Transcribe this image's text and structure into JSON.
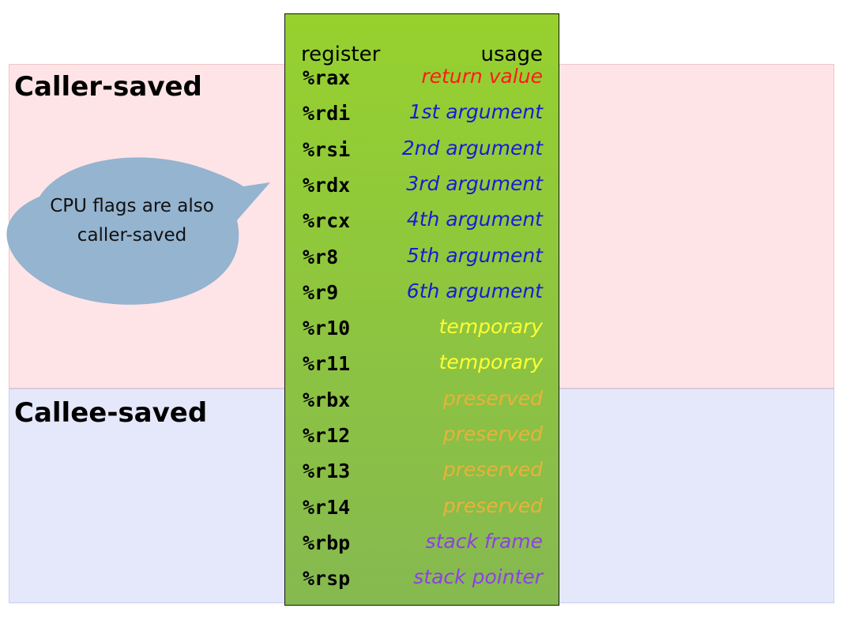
{
  "colors": {
    "caller_band": "#fee4e6",
    "callee_band": "#e5e8fb",
    "table_top": "#96d12e",
    "table_bottom": "#86b950",
    "callout_fill": "#94b4d0",
    "usage_red": "#ff1a1a",
    "usage_blue": "#1a1ad6",
    "usage_yellow": "#ffff33",
    "usage_gold": "#e8b23a",
    "usage_purple": "#8e3fe8"
  },
  "regions": {
    "caller": "Caller-saved",
    "callee": "Callee-saved"
  },
  "table": {
    "header_register": "register",
    "header_usage": "usage",
    "rows": [
      {
        "reg": "%rax",
        "usage": "return value",
        "color": "#ff1a1a"
      },
      {
        "reg": "%rdi",
        "usage": "1st argument",
        "color": "#1a1ad6"
      },
      {
        "reg": "%rsi",
        "usage": "2nd argument",
        "color": "#1a1ad6"
      },
      {
        "reg": "%rdx",
        "usage": "3rd argument",
        "color": "#1a1ad6"
      },
      {
        "reg": "%rcx",
        "usage": "4th argument",
        "color": "#1a1ad6"
      },
      {
        "reg": "%r8",
        "usage": "5th argument",
        "color": "#1a1ad6"
      },
      {
        "reg": "%r9",
        "usage": "6th argument",
        "color": "#1a1ad6"
      },
      {
        "reg": "%r10",
        "usage": "temporary",
        "color": "#ffff33"
      },
      {
        "reg": "%r11",
        "usage": "temporary",
        "color": "#ffff33"
      },
      {
        "reg": "%rbx",
        "usage": "preserved",
        "color": "#e8b23a"
      },
      {
        "reg": "%r12",
        "usage": "preserved",
        "color": "#e8b23a"
      },
      {
        "reg": "%r13",
        "usage": "preserved",
        "color": "#e8b23a"
      },
      {
        "reg": "%r14",
        "usage": "preserved",
        "color": "#e8b23a"
      },
      {
        "reg": "%rbp",
        "usage": "stack frame",
        "color": "#8e3fe8"
      },
      {
        "reg": "%rsp",
        "usage": "stack pointer",
        "color": "#8e3fe8"
      }
    ]
  },
  "callout": {
    "text": "CPU flags are also caller-saved"
  }
}
